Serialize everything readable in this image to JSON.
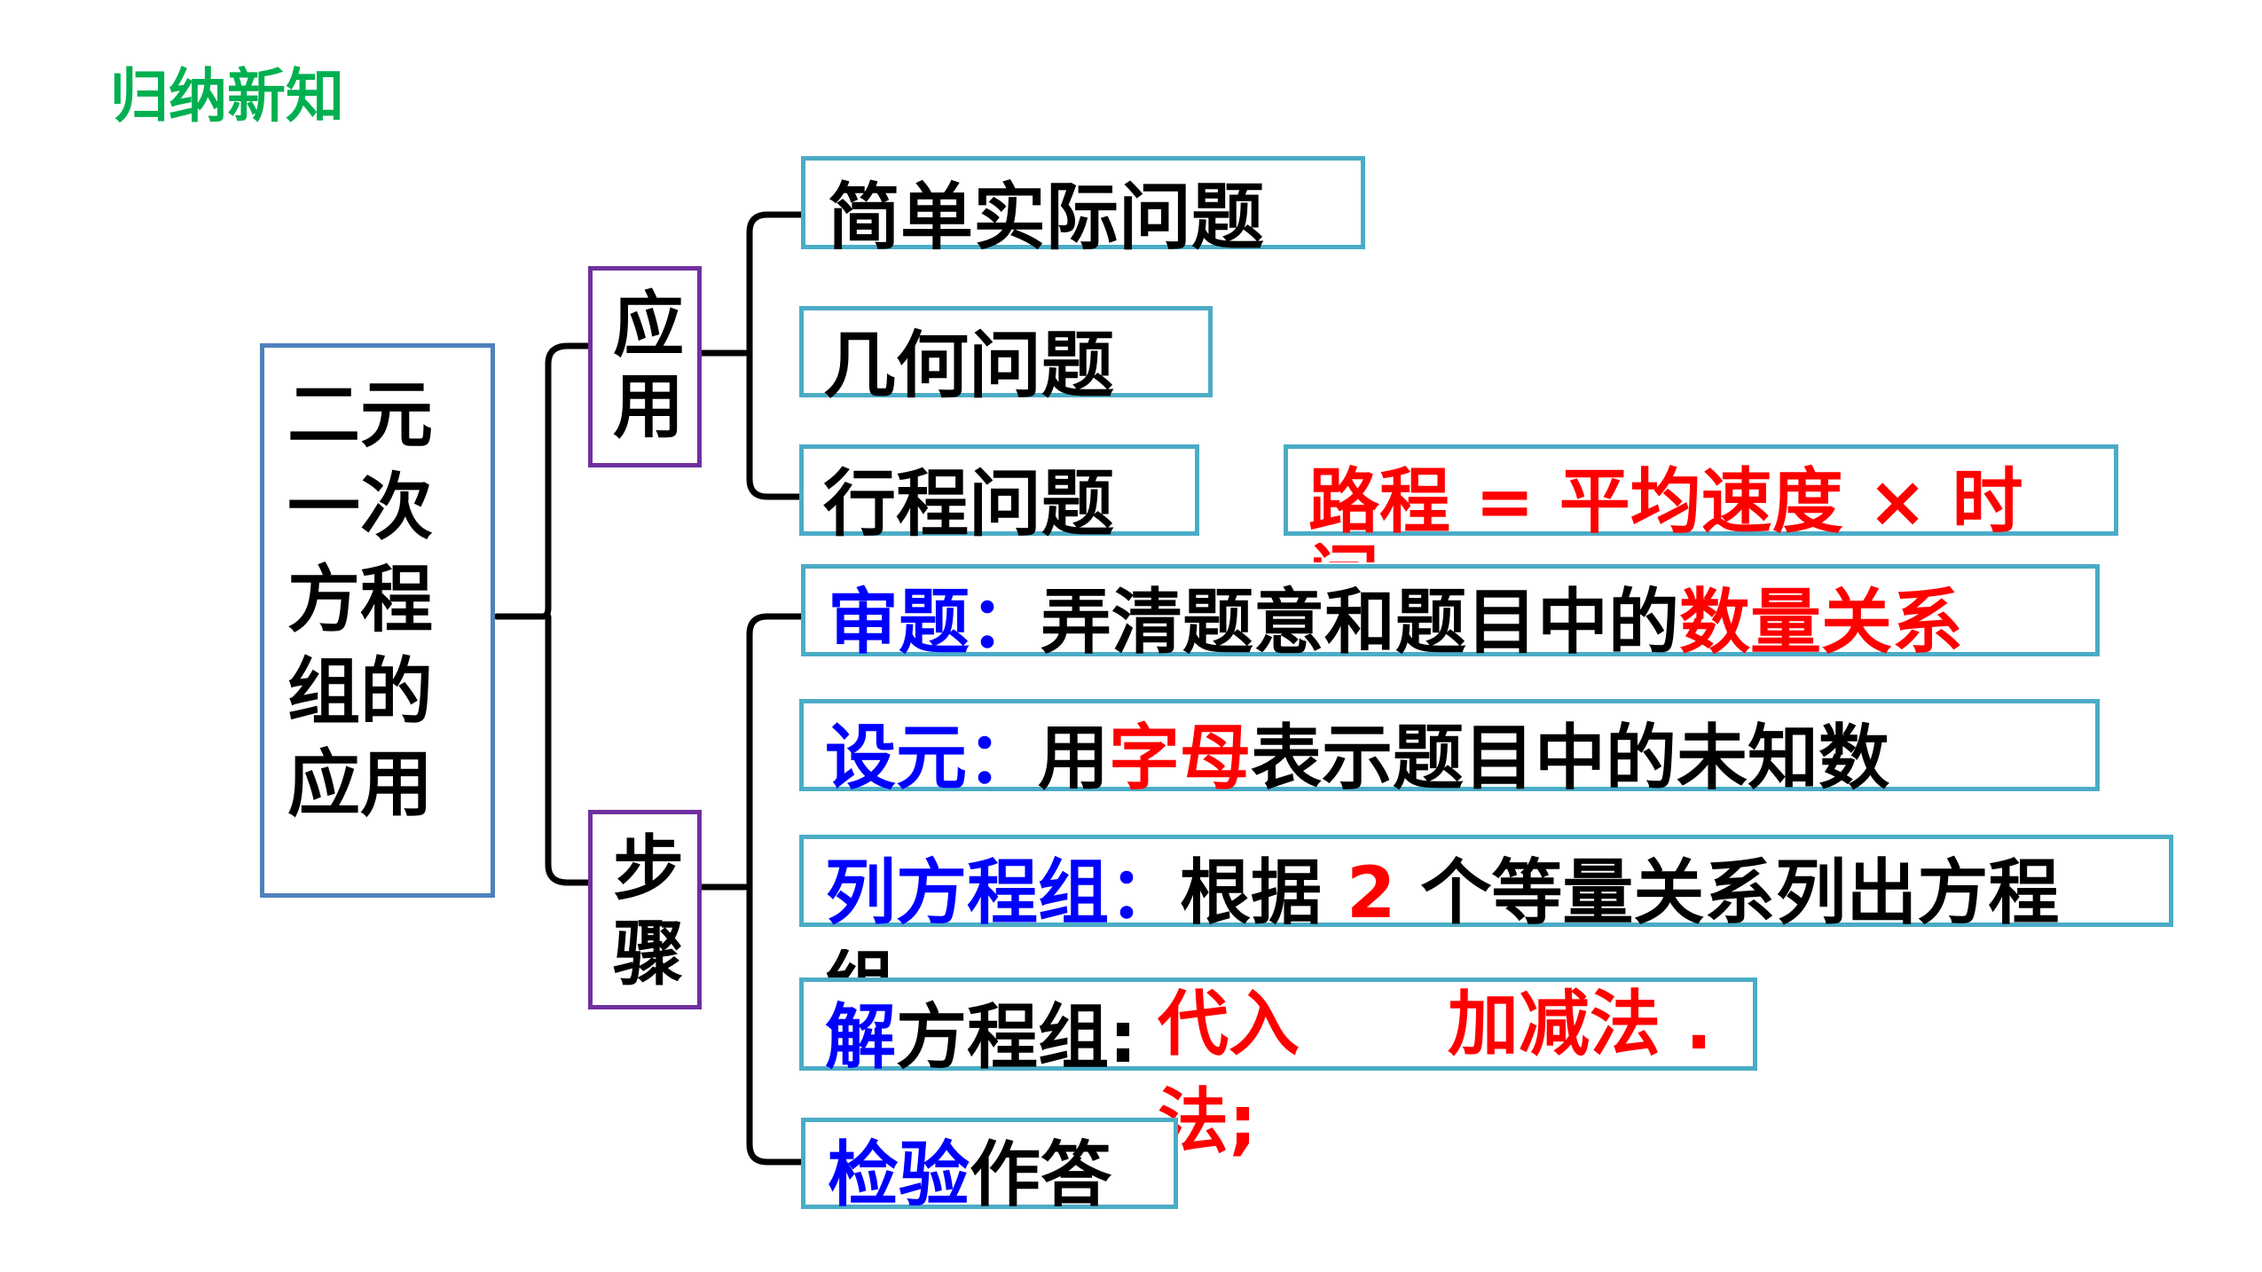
{
  "title": "归纳新知",
  "root": {
    "lines": [
      "二元",
      "一次",
      "方程",
      "组的",
      "应用"
    ]
  },
  "branch_apply": {
    "lines": [
      "应",
      "用"
    ]
  },
  "branch_steps": {
    "lines": [
      "步",
      "骤"
    ]
  },
  "apply_items": [
    "简单实际问题",
    "几何问题",
    "行程问题"
  ],
  "formula": "路程 = 平均速度 × 时",
  "formula_overflow": "间",
  "steps": {
    "review": {
      "label": "审题：",
      "text": "弄清题意和题目中的",
      "highlight": "数量关系"
    },
    "set": {
      "label": "设元：",
      "text1": "用",
      "highlight": "字母",
      "text2": "表示题目中的未知数"
    },
    "list": {
      "label": "列方程组：",
      "text1": "根据 ",
      "number": "2",
      "text2": " 个等量关系列出方程",
      "overflow": "组"
    },
    "solve": {
      "label": "解",
      "text": "方程组:",
      "method1_line1": "代入",
      "method1_line2": "法;",
      "method2": "加减法 ."
    },
    "check": {
      "label": "检验",
      "text": "作答"
    }
  },
  "colors": {
    "title": "#00b050",
    "teal": "#4bacc6",
    "blue": "#4f81bd",
    "purple": "#7030a0",
    "red": "#ff0000",
    "label_blue": "#0000ff"
  }
}
